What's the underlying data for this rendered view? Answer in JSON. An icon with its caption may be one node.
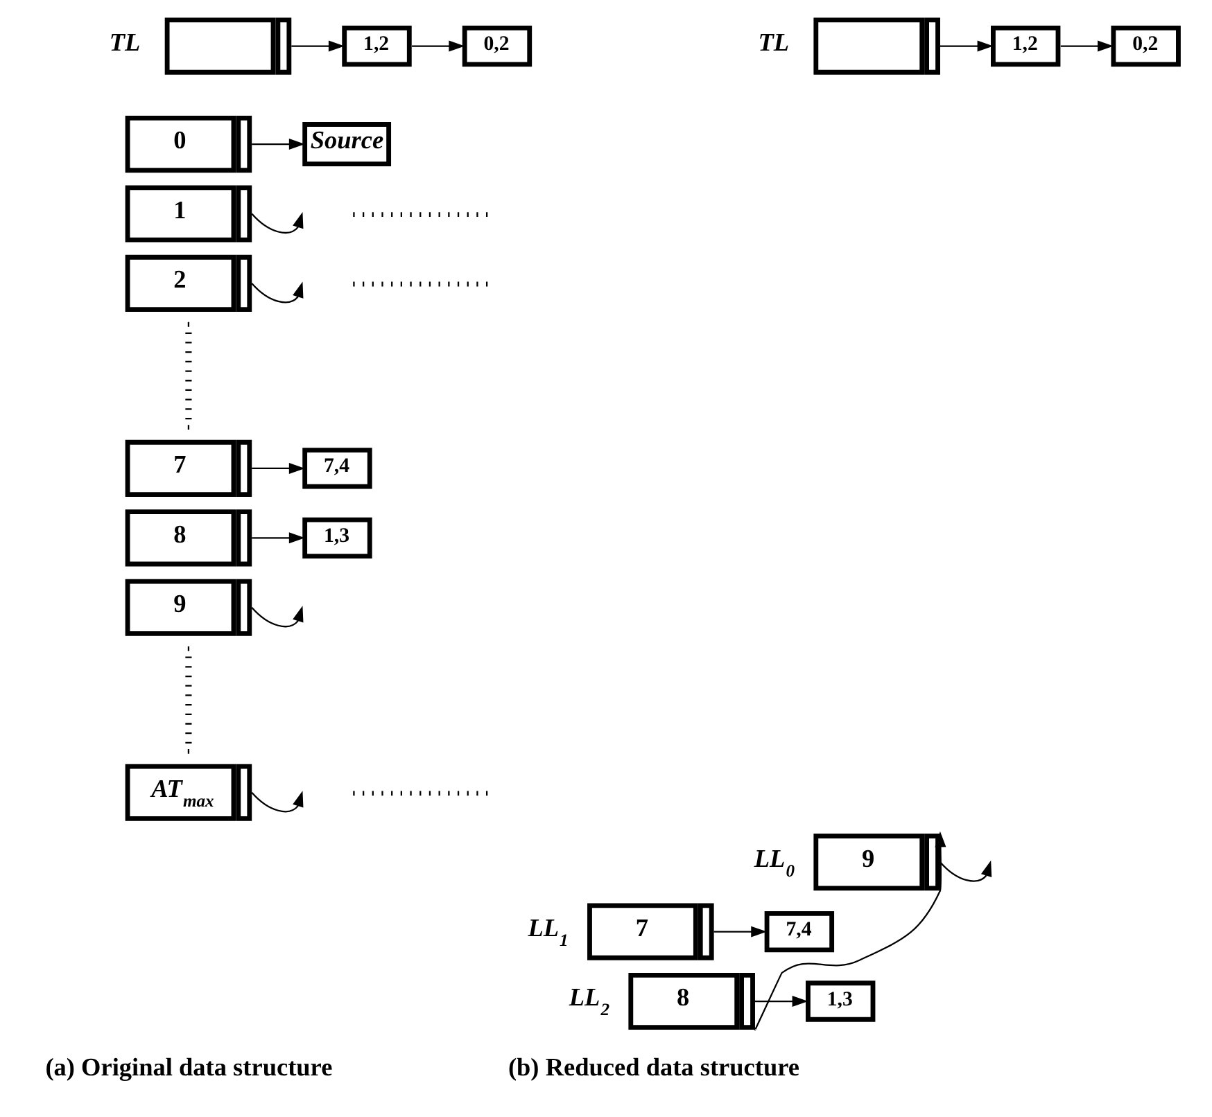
{
  "diagram": {
    "nodes": [
      {
        "text": [],
        "shape": "box",
        "beside": [
          "TL"
        ]
      },
      {
        "text": [
          "1,2"
        ]
      },
      {
        "text": [
          "0,2"
        ]
      },
      {
        "text": [
          "0"
        ]
      },
      {
        "text": [
          "Source"
        ]
      },
      {
        "text": [
          "1"
        ]
      },
      {
        "text": [
          "2"
        ]
      },
      {
        "text": [
          "7"
        ]
      },
      {
        "text": [
          "7,4"
        ]
      },
      {
        "text": [
          "8"
        ]
      },
      {
        "text": [
          "1,3"
        ]
      },
      {
        "text": [
          "9"
        ]
      },
      {
        "text": [
          "AT$_{max}$"
        ]
      },
      {
        "text": [],
        "shape": "box",
        "beside": [
          "TL"
        ]
      },
      {
        "text": [
          "1,2"
        ]
      },
      {
        "text": [
          "0,2"
        ]
      },
      {
        "text": [
          "9"
        ],
        "beside": [
          "LL$_{0}$"
        ]
      },
      {
        "text": [
          "7"
        ],
        "beside": [
          "LL$_{1}$"
        ]
      },
      {
        "text": [
          "7,4"
        ]
      },
      {
        "text": [
          "8"
        ],
        "beside": [
          "LL$_{2}$"
        ]
      },
      {
        "text": [
          "1,3"
        ]
      }
    ],
    "edges": [
      {
        "from": 0,
        "to": 1,
        "arrow": "to"
      },
      {
        "from": 1,
        "to": 2,
        "arrow": "to"
      },
      {
        "from": 3,
        "to": 4,
        "arrow": "to"
      },
      {
        "from": 5,
        "to": null,
        "arrow": "to"
      },
      {
        "from": 6,
        "to": null,
        "arrow": "to"
      },
      {
        "from": 7,
        "to": 8,
        "arrow": "to"
      },
      {
        "from": 9,
        "to": 10,
        "arrow": "to"
      },
      {
        "from": 11,
        "to": null,
        "arrow": "to"
      },
      {
        "from": 12,
        "to": null,
        "arrow": "to"
      },
      {
        "from": 13,
        "to": 14,
        "arrow": "to"
      },
      {
        "from": 14,
        "to": 15,
        "arrow": "to"
      },
      {
        "from": 16,
        "to": null,
        "arrow": "to"
      },
      {
        "from": 17,
        "to": 18,
        "arrow": "to"
      },
      {
        "from": 19,
        "to": 20,
        "arrow": "to"
      },
      {
        "from": 19,
        "to": 16,
        "arrow": "to"
      }
    ],
    "labels": [
      "(a) Original data structure",
      "(b) Reduced data structure"
    ]
  }
}
